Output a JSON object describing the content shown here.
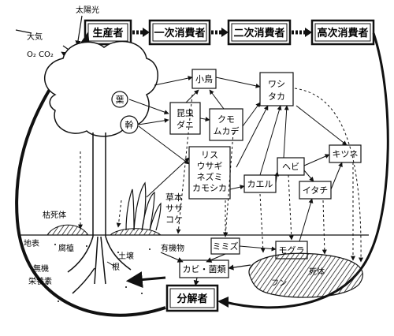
{
  "colors": {
    "ink": "#111111",
    "paper": "#ffffff",
    "hatch": "#333333"
  },
  "chain": {
    "producer": "生産者",
    "primary": "一次消費者",
    "secondary": "二次消費者",
    "higher": "高次消費者"
  },
  "decomposer": "分解者",
  "atmosphere": {
    "air": "大気",
    "gases": "O₂ CO₂",
    "sunlight": "太陽光"
  },
  "tree_parts": {
    "leaf": "葉",
    "trunk": "幹",
    "root": "根"
  },
  "organisms": {
    "small_bird": "小鳥",
    "hawk": "ワシ\nタカ",
    "insects": "昆虫\nダニ",
    "spider": "クモ\nムカデ",
    "small_mammals": "リス\nウサギ\nネズミ\nカモシカ",
    "grass": "草本\nササ\nコケ",
    "frog": "カエル",
    "snake": "ヘビ",
    "fox": "キツネ",
    "weasel": "イタチ",
    "earthworm": "ミミズ",
    "mole": "モグラ",
    "fungi": "カビ・菌類"
  },
  "ground_labels": {
    "dead_trees": "枯死体",
    "surface": "地表",
    "humus": "腐植",
    "inorganic_nutrients": "無機\n栄養素",
    "soil": "土壌",
    "organic_matter": "有機物",
    "carcass": "死体",
    "feces": "フン"
  }
}
